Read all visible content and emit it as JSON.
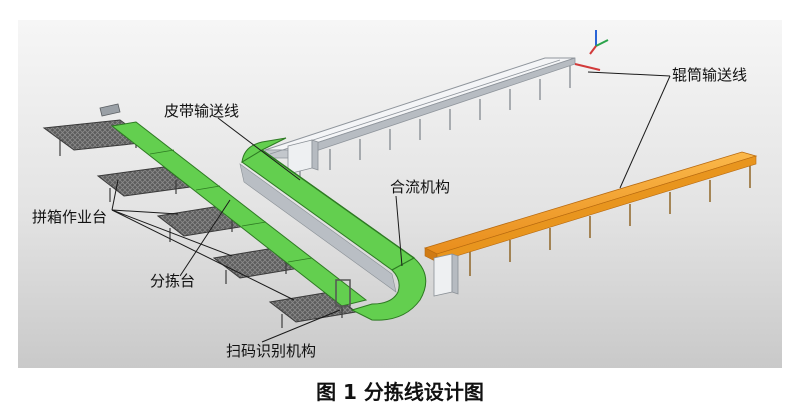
{
  "figure": {
    "caption": "图 1  分拣线设计图",
    "colors": {
      "background_light": "#f4f4f4",
      "background_dark": "#cfcfcf",
      "belt_green": "#63cf4f",
      "roller_orange": "#f4a12b",
      "frame_gray": "#a9aeb5",
      "platform_dark": "#6b6b6b",
      "leader_line": "#1a1a1a"
    }
  },
  "labels": {
    "belt_conveyor": "皮带输送线",
    "roller_conveyor": "辊筒输送线",
    "packing_station": "拼箱作业台",
    "sorting_station": "分拣台",
    "merge_mechanism": "合流机构",
    "scan_mechanism": "扫码识别机构"
  }
}
